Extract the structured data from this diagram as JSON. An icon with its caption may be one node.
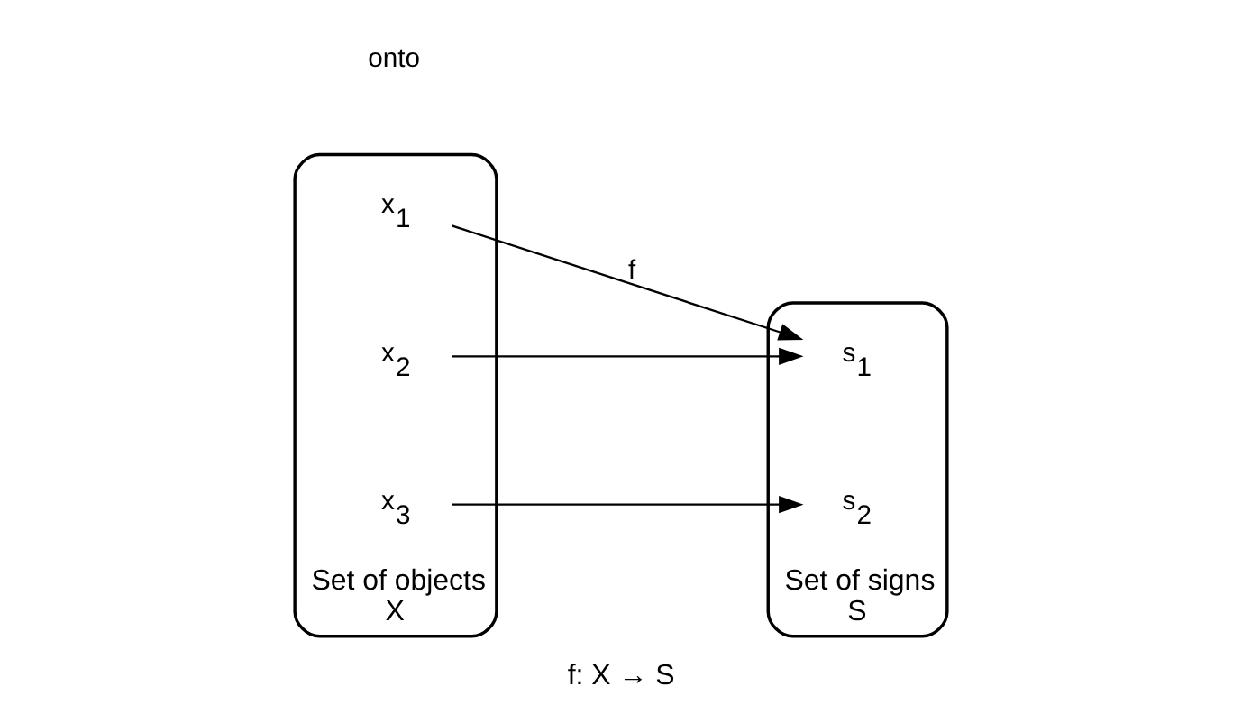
{
  "diagram": {
    "caption": "f: X → S",
    "nodes": [
      {
        "text": [
          "Set of objects",
          "X"
        ]
      },
      {
        "text": [
          "x$_{1}$"
        ],
        "in": 0
      },
      {
        "text": [
          "x$_{2}$"
        ],
        "in": 0
      },
      {
        "text": [
          "x$_{3}$"
        ],
        "in": 0
      },
      {
        "text": [
          "Set of signs",
          "S"
        ]
      },
      {
        "text": [
          "s$_{1}$"
        ],
        "in": 4
      },
      {
        "text": [
          "s$_{2}$"
        ],
        "in": 4
      }
    ],
    "edges": [
      {
        "from": 1,
        "to": 5,
        "arrow": "to",
        "label": "f"
      },
      {
        "from": 2,
        "to": 5,
        "arrow": "to"
      },
      {
        "from": 3,
        "to": 6,
        "arrow": "to"
      }
    ],
    "labels": [
      "onto"
    ]
  }
}
